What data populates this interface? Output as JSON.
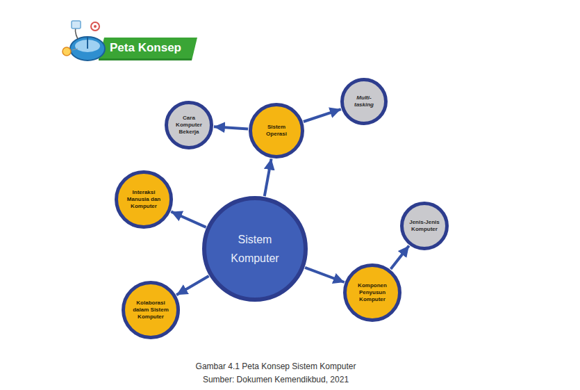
{
  "diagram": {
    "title": "Peta Konsep",
    "caption": "Gambar 4.1 Peta Konsep Sistem Komputer",
    "nodes": [
      {
        "text": [
          "Cara Komputer Bekerja"
        ]
      },
      {
        "text": [
          "Sistem Operasi"
        ]
      },
      {
        "text": [
          "Multi-tasking"
        ]
      },
      {
        "text": [
          "Interaksi Manusia dan Komputer"
        ]
      },
      {
        "text": [
          "Sistem Komputer"
        ]
      },
      {
        "text": [
          "Jenis-Jenis Komputer"
        ]
      },
      {
        "text": [
          "Kolaborasi dalam Sistem Komputer"
        ]
      },
      {
        "text": [
          "Komponen Penyusun Komputer"
        ]
      }
    ],
    "edges": [
      {
        "from": 4,
        "to": 1,
        "arrow": "to"
      },
      {
        "from": 1,
        "to": 0,
        "arrow": "to"
      },
      {
        "from": 1,
        "to": 2,
        "arrow": "to"
      },
      {
        "from": 4,
        "to": 3,
        "arrow": "to"
      },
      {
        "from": 4,
        "to": 6,
        "arrow": "to"
      },
      {
        "from": 4,
        "to": 7,
        "arrow": "to"
      },
      {
        "from": 7,
        "to": 5,
        "arrow": "to"
      }
    ],
    "labels": [
      "Sumber: Dokumen Kemendikbud, 2021"
    ]
  }
}
